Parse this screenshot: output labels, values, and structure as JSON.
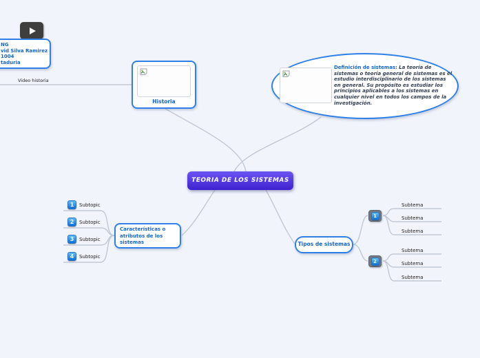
{
  "colors": {
    "background": "#f1f4fb",
    "node_border": "#2e80e8",
    "node_label": "#1464d2",
    "central_gradient_top": "#6b54f4",
    "central_gradient_bottom": "#3f22cf",
    "connector": "#c3cad5",
    "badge_gradient_top": "#5ec0f5",
    "badge_gradient_bottom": "#0f6fd6",
    "badge_gray": "#717a85",
    "play_button": "#3e3e3e",
    "body_text": "#333e4e"
  },
  "central": {
    "label": "TEORIA DE LOS SISTEMAS"
  },
  "historia": {
    "label": "Historia"
  },
  "video": {
    "label": "Video historia",
    "attachment_lines": [
      "NG",
      "vid Silva Ramirez",
      "1004",
      "taduria"
    ]
  },
  "definicion": {
    "heading": "Definición de sistemas:",
    "body": "La teoría de sistemas o teoría general de sistemas es el estudio interdisciplinario de los sistemas en general. Su propósito es estudiar los principios aplicables a los sistemas en cualquier nivel en todos los campos de la investigación."
  },
  "caracteristicas": {
    "label": "Características o atributos de los sistemas",
    "subtopics": [
      {
        "num": "1",
        "label": "Subtopic"
      },
      {
        "num": "2",
        "label": "Subtopic"
      },
      {
        "num": "3",
        "label": "Subtopic"
      },
      {
        "num": "4",
        "label": "Subtopic"
      }
    ]
  },
  "tipos": {
    "label": "Tipos de sistemas",
    "groups": [
      {
        "num": "1",
        "items": [
          "Subtema",
          "Subtema",
          "Subtema"
        ]
      },
      {
        "num": "2",
        "items": [
          "Subtema",
          "Subtema",
          "Subtema"
        ]
      }
    ]
  }
}
